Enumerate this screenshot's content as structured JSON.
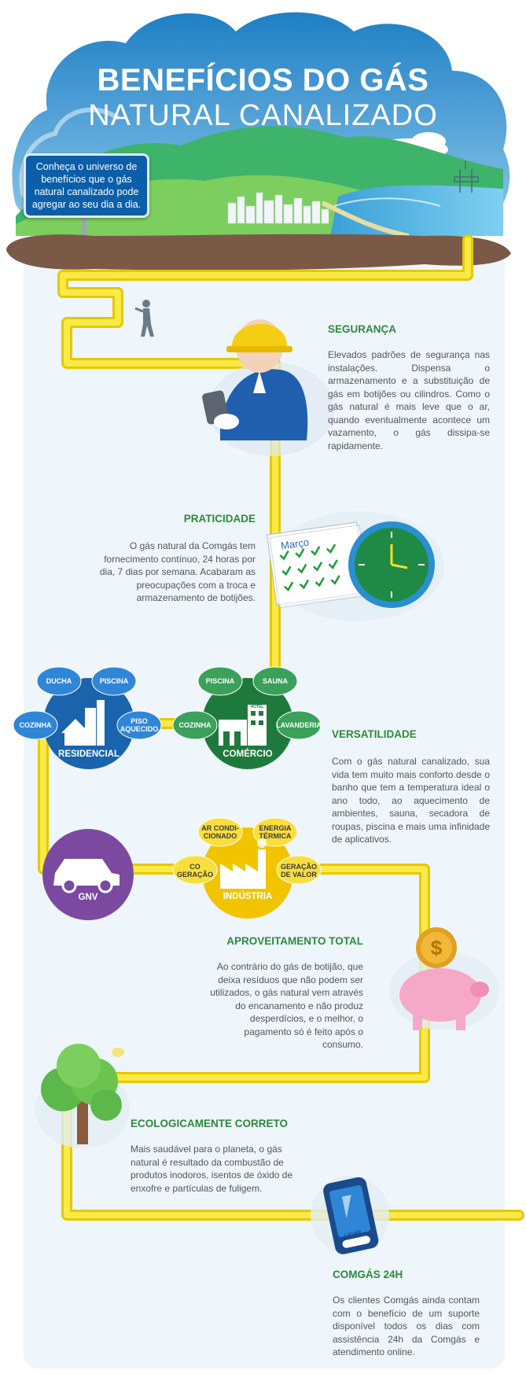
{
  "header": {
    "title_line1": "BENEFÍCIOS DO GÁS",
    "title_line2": "NATURAL CANALIZADO",
    "intro": "Conheça o universo de benefícios que o gás natural canalizado pode agregar ao seu dia a dia."
  },
  "sections": {
    "seguranca": {
      "title": "SEGURANÇA",
      "text": "Elevados padrões de segurança nas instalações. Dispensa o armazenamento e a substituição de gás em botijões ou cilindros. Como o gás natural é mais leve que o ar, quando eventualmente acontece um vazamento, o gás dissipa-se rapidamente."
    },
    "praticidade": {
      "title": "PRATICIDADE",
      "text": "O gás natural da Comgás tem fornecimento contínuo, 24 horas por dia, 7 dias por semana. Acabaram as preocupações com a troca e armazenamento de botijões.",
      "calendar_label": "Março"
    },
    "versatilidade": {
      "title": "VERSATILIDADE",
      "text": "Com o gás natural canalizado, sua vida tem muito mais conforto desde o banho que tem a temperatura ideal o ano todo, ao aquecimento de ambientes, sauna, secadora de roupas, piscina e mais uma infinidade de aplicativos."
    },
    "aproveitamento": {
      "title": "APROVEITAMENTO TOTAL",
      "text": "Ao contrário do gás de botijão, que deixa resíduos que não podem ser utilizados, o gás natural vem através do encanamento e não produz desperdícios, e o melhor, o pagamento só é feito após o consumo.",
      "coin_symbol": "$"
    },
    "ecologico": {
      "title": "ECOLOGICAMENTE CORRETO",
      "text": "Mais saudável para o planeta, o gás natural é resultado da combustão de produtos inodoros, isentos de óxido de enxofre e partículas de fuligem."
    },
    "comgas24h": {
      "title": "COMGÁS 24H",
      "text": "Os clientes Comgás ainda contam com o benefício de um suporte disponível todos os dias com assistência 24h da Comgás e atendimento online.",
      "phone_button": "LIGAR"
    }
  },
  "uses": {
    "residencial": {
      "label": "RESIDENCIAL",
      "items": [
        "DUCHA",
        "PISCINA",
        "COZINHA",
        "PISO AQUECIDO"
      ]
    },
    "comercio": {
      "label": "COMÉRCIO",
      "items": [
        "PISCINA",
        "SAUNA",
        "COZINHA",
        "LAVANDERIA"
      ],
      "building_sign": "HOTEL"
    },
    "gnv": {
      "label": "GNV"
    },
    "industria": {
      "label": "INDÚSTRIA",
      "items": [
        "AR CONDI-\nCIONADO",
        "ENERGIA TÉRMICA",
        "CO GERAÇÃO",
        "GERAÇÃO DE VALOR"
      ]
    }
  },
  "colors": {
    "pipe": "#f7e11a",
    "title_green": "#2e8a3a",
    "residencial_blue": "#1a63ad",
    "comercio_green": "#1e7a3c",
    "gnv_purple": "#7b4aa0",
    "industria_yellow": "#f2c400"
  }
}
